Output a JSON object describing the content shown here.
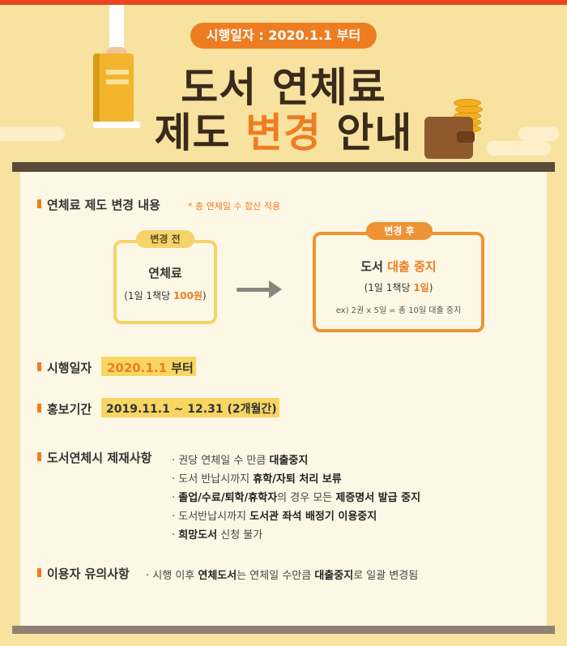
{
  "header": {
    "date_pill": "시행일자 : 2020.1.1 부터",
    "title_line1": "도서 연체료",
    "title_line2_part1": "제도 ",
    "title_line2_accent": "변경",
    "title_line2_part2": " 안내"
  },
  "section_change": {
    "title": "연체료 제도 변경 내용",
    "note": "* 총 연체일 수 합산 적용",
    "before": {
      "tag": "변경 전",
      "heading": "연체료",
      "detail_prefix": "(1일 1책당 ",
      "detail_accent": "100원",
      "detail_suffix": ")"
    },
    "after": {
      "tag": "변경 후",
      "heading_prefix": "도서 ",
      "heading_accent": "대출 중지",
      "detail_prefix": "(1일 1책당 ",
      "detail_accent": "1일",
      "detail_suffix": ")",
      "example": "ex) 2권 x 5일 = 총 10일 대출 중지"
    }
  },
  "section_date": {
    "title": "시행일자",
    "value_accent": "2020.1.1",
    "value_suffix": " 부터"
  },
  "section_promo": {
    "title": "홍보기간",
    "value": "2019.11.1 ~ 12.31 (2개월간)"
  },
  "section_rules": {
    "title": "도서연체시 제재사항",
    "items": [
      {
        "prefix": "· 권당 연체일 수 만큼 ",
        "bold": "대출중지",
        "suffix": ""
      },
      {
        "prefix": "· 도서 반납시까지 ",
        "bold": "휴학/자퇴 처리 보류",
        "suffix": ""
      },
      {
        "prefix": "· ",
        "bold": "졸업/수료/퇴학/휴학자",
        "suffix": "의 경우 모든 ",
        "bold2": "제증명서 발급 중지"
      },
      {
        "prefix": "· 도서반납시까지 ",
        "bold": "도서관 좌석 배정기 이용중지",
        "suffix": ""
      },
      {
        "prefix": "· ",
        "bold": "희망도서",
        "suffix": " 신청 불가"
      }
    ]
  },
  "section_notice": {
    "title": "이용자 유의사항",
    "prefix": "· 시행 이후 ",
    "bold1": "연체도서",
    "mid": "는 연체일 수만큼 ",
    "bold2": "대출중지",
    "suffix": "로 일괄 변경됨"
  },
  "colors": {
    "accent": "#ee7d21",
    "background": "#f8e2a0",
    "highlight": "#f8d663"
  }
}
